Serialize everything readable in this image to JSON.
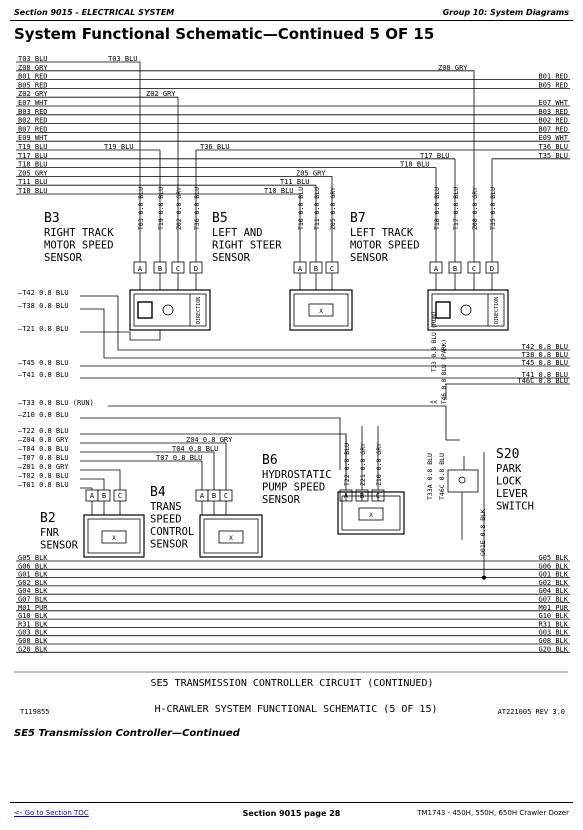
{
  "header": {
    "left": "Section 9015 - ELECTRICAL SYSTEM",
    "right": "Group 10: System Diagrams"
  },
  "title": "System Functional Schematic—Continued 5 OF 15",
  "top_left_wires": [
    "T03 BLU",
    "Z08 GRY",
    "B01 RED",
    "B05 RED",
    "Z02 GRY",
    "E07 WHT",
    "B03 RED",
    "B02 RED",
    "B07 RED",
    "E09 WHT",
    "T19 BLU",
    "T17 BLU",
    "T18 BLU",
    "Z05 GRY",
    "T11 BLU",
    "T10 BLU"
  ],
  "top_right_wires": [
    "B01 RED",
    "B05 RED",
    "E07 WHT",
    "B03 RED",
    "B02 RED",
    "B07 RED",
    "E09 WHT",
    "T36 BLU",
    "T35 BLU"
  ],
  "top_drop_labels": [
    "T03 BLU",
    "Z08 GRY",
    "Z02 GRY",
    "T19 BLU",
    "T36 BLU",
    "Z05 GRY",
    "T17 BLU",
    "T18 BLU",
    "T11 BLU",
    "T10 BLU"
  ],
  "components": {
    "b3": {
      "label": "B3",
      "lines": [
        "RIGHT TRACK",
        "MOTOR SPEED",
        "SENSOR"
      ],
      "wires": [
        "T03 0.8 BLU",
        "T19 0.8 BLU",
        "Z02 0.8 GRY",
        "T36 0.8 BLU"
      ]
    },
    "b5": {
      "label": "B5",
      "lines": [
        "LEFT AND",
        "RIGHT STEER",
        "SENSOR"
      ],
      "wires": [
        "T10 0.8 BLU",
        "T11 0.8 BLU",
        "Z05 0.8 GRY"
      ]
    },
    "b7": {
      "label": "B7",
      "lines": [
        "LEFT TRACK",
        "MOTOR SPEED",
        "SENSOR"
      ],
      "wires": [
        "T18 0.8 BLU",
        "T17 0.8 BLU",
        "Z08 0.8 GRY",
        "T35 0.8 BLU"
      ]
    },
    "b2": {
      "label": "B2",
      "lines": [
        "FNR",
        "SENSOR"
      ]
    },
    "b4": {
      "label": "B4",
      "lines": [
        "TRANS",
        "SPEED",
        "CONTROL",
        "SENSOR"
      ]
    },
    "b6": {
      "label": "B6",
      "lines": [
        "HYDROSTATIC",
        "PUMP SPEED",
        "SENSOR"
      ],
      "wires": [
        "T22 0.8 BLU",
        "Z21 0.8 GRY",
        "Z10 0.8 GRY"
      ]
    },
    "s20": {
      "label": "S20",
      "lines": [
        "PARK",
        "LOCK",
        "LEVER",
        "SWITCH"
      ],
      "wires": [
        "T33A 0.8 BLU",
        "T46C 0.8 BLU",
        "G01E 0.8 BLK"
      ]
    }
  },
  "pin_letters": [
    "A",
    "B",
    "C",
    "D"
  ],
  "left_mid_wires": [
    "T42 0.8 BLU",
    "T38 0.8 BLU",
    "T21 0.8 BLU",
    "T45 0.8 BLU",
    "T41 0.8 BLU",
    "T33 0.8 BLU (RUN)",
    "Z10 0.8 BLU"
  ],
  "left_low_wires": [
    "T22 0.8 BLU",
    "Z04 0.8 GRY",
    "T04 0.8 BLU",
    "T07 0.8 BLU",
    "Z01 0.8 GRY",
    "T02 0.8 BLU",
    "T01 0.8 BLU"
  ],
  "b4_branch_labels": [
    "Z04 0.8 GRY",
    "T04 0.8 BLU",
    "T07 0.8 BLU"
  ],
  "right_mid_wires": [
    "T42 0.8 BLU",
    "T38 0.8 BLU",
    "T45 0.8 BLU",
    "T41 0.8 BLU",
    "T46C 0.8 BLU"
  ],
  "park_label": "T33 0.8 BLU (RUN)",
  "park_label2": "T46 0.8 BLU (PARK)",
  "ground_left": [
    "G05 BLK",
    "G06 BLK",
    "G01 BLK",
    "G02 BLK",
    "G04 BLK",
    "G07 BLK",
    "M01 PUR",
    "G10 BLK",
    "R31 BLK",
    "G03 BLK",
    "G08 BLK",
    "G20 BLK"
  ],
  "ground_right": [
    "G05 BLK",
    "G06 BLK",
    "G01 BLK",
    "G02 BLK",
    "G04 BLK",
    "G07 BLK",
    "M01 PUR",
    "G10 BLK",
    "R31 BLK",
    "G03 BLK",
    "G08 BLK",
    "G20 BLK"
  ],
  "diagram_caption_1": "SE5 TRANSMISSION CONTROLLER CIRCUIT (CONTINUED)",
  "diagram_caption_2": "H-CRAWLER SYSTEM FUNCTIONAL SCHEMATIC (5 OF 15)",
  "diagram_id_left": "T119855",
  "diagram_id_right": "AT221005  REV 3.0",
  "caption": "SE5 Transmission Controller—Continued",
  "footer": {
    "link": "<- Go to Section TOC",
    "center": "Section 9015 page 28",
    "right": "TM1743 - 450H, 550H, 650H Crawler Dozer"
  }
}
